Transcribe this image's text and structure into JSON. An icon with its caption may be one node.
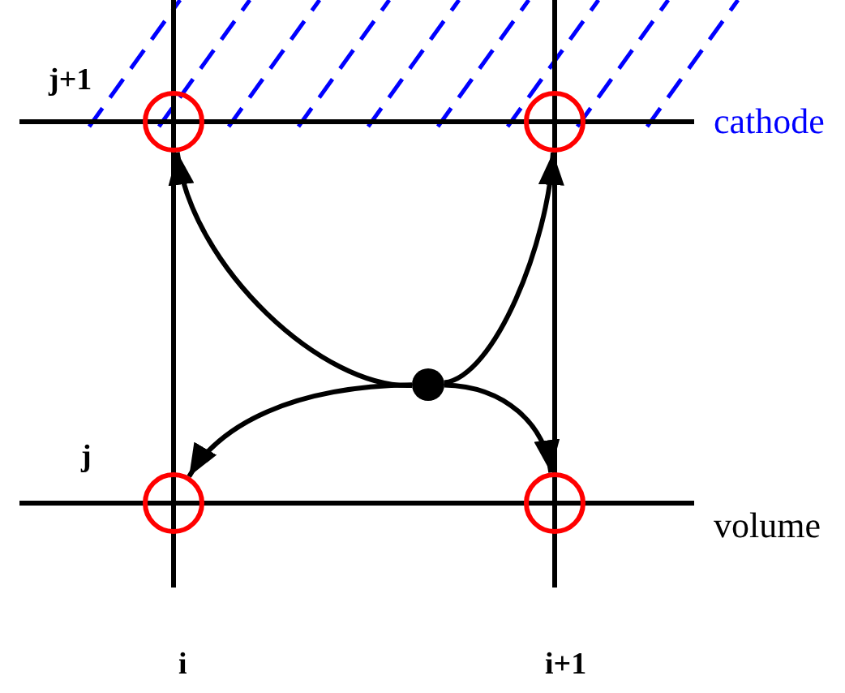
{
  "diagram": {
    "nodes": [
      {
        "text": [],
        "shape": "circle"
      },
      {
        "text": [],
        "shape": "circle"
      },
      {
        "text": [],
        "shape": "circle"
      },
      {
        "text": [],
        "shape": "circle"
      },
      {
        "text": [],
        "shape": "circle"
      }
    ],
    "edges": [
      {
        "from": 2,
        "to": 0,
        "arrow": "to"
      },
      {
        "from": 2,
        "to": 1,
        "arrow": "to"
      },
      {
        "from": 2,
        "to": 3,
        "arrow": "to"
      },
      {
        "from": 2,
        "to": 4,
        "arrow": "to"
      }
    ],
    "labels": [
      "j+1",
      "cathode",
      "j",
      "volume",
      "i",
      "i+1"
    ]
  }
}
